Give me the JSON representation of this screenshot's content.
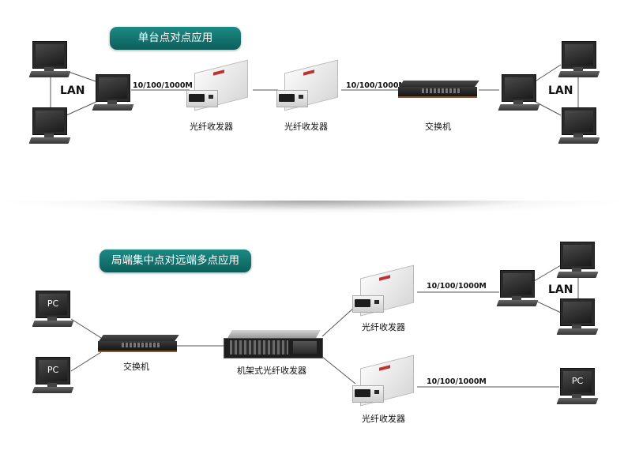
{
  "top_section": {
    "title": "单台点对点应用",
    "lan_left": "LAN",
    "lan_right": "LAN",
    "speed_left": "10/100/1000M",
    "speed_right": "10/100/1000M",
    "converter_left_label": "光纤收发器",
    "converter_right_label": "光纤收发器",
    "switch_label": "交换机"
  },
  "bottom_section": {
    "title": "局端集中点对远端多点应用",
    "pc_upper_label": "PC",
    "pc_lower_label": "PC",
    "switch_label": "交换机",
    "rack_label": "机架式光纤收发器",
    "converter_upper_label": "光纤收发器",
    "converter_lower_label": "光纤收发器",
    "speed_upper": "10/100/1000M",
    "speed_lower": "10/100/1000M",
    "lan_label": "LAN",
    "pc_remote_label": "PC"
  },
  "colors": {
    "pill_bg": "#0d5e5b",
    "line": "#555555",
    "shadow": "#5a5a5a"
  }
}
